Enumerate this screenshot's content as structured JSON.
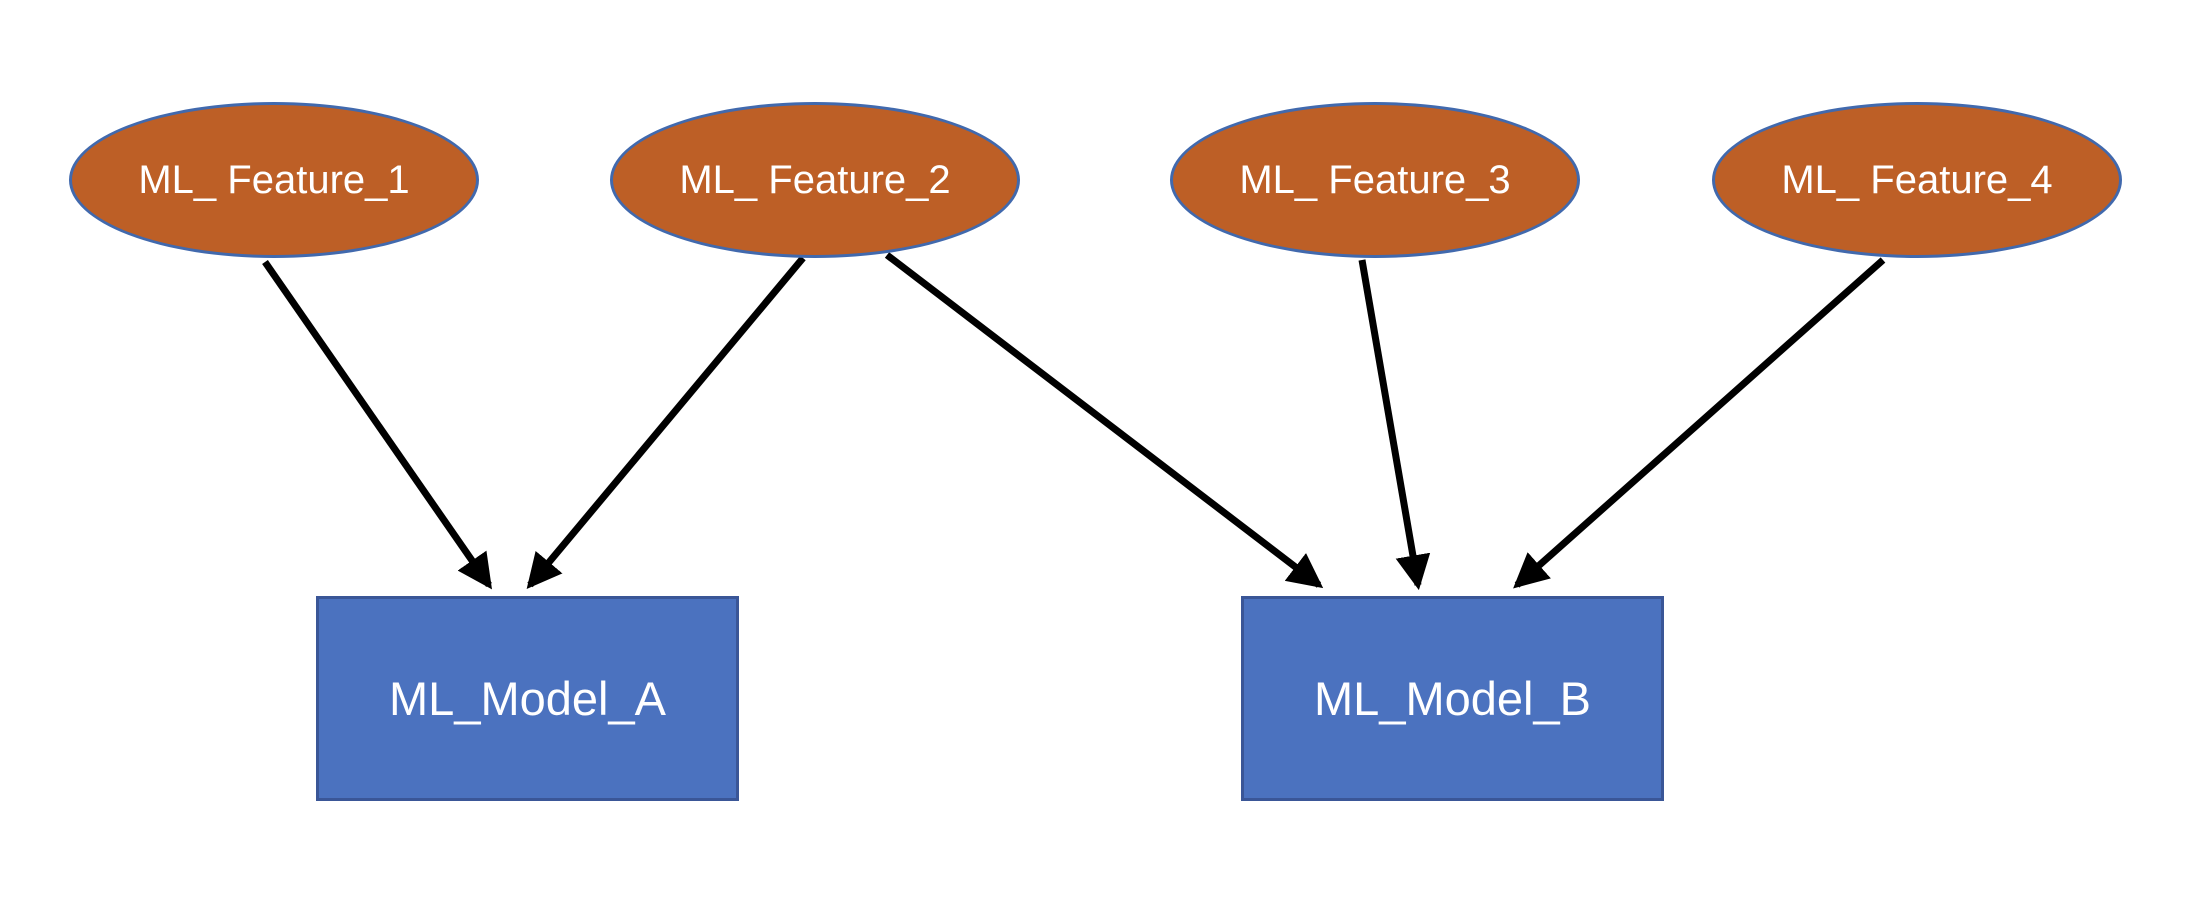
{
  "diagram": {
    "background_color": "#ffffff",
    "colors": {
      "feature_fill": "#bd5f26",
      "feature_border": "#4169ad",
      "model_fill": "#4b72bf",
      "model_border": "#3a5697",
      "arrow": "#000000",
      "label_text": "#ffffff"
    },
    "features": [
      {
        "id": "feature-1",
        "label": "ML_ Feature_1"
      },
      {
        "id": "feature-2",
        "label": "ML_ Feature_2"
      },
      {
        "id": "feature-3",
        "label": "ML_ Feature_3"
      },
      {
        "id": "feature-4",
        "label": "ML_ Feature_4"
      }
    ],
    "models": [
      {
        "id": "model-a",
        "label": "ML_Model_A"
      },
      {
        "id": "model-b",
        "label": "ML_Model_B"
      }
    ],
    "edges": [
      {
        "from": "ML_ Feature_1",
        "to": "ML_Model_A"
      },
      {
        "from": "ML_ Feature_2",
        "to": "ML_Model_A"
      },
      {
        "from": "ML_ Feature_2",
        "to": "ML_Model_B"
      },
      {
        "from": "ML_ Feature_3",
        "to": "ML_Model_B"
      },
      {
        "from": "ML_ Feature_4",
        "to": "ML_Model_B"
      }
    ]
  }
}
